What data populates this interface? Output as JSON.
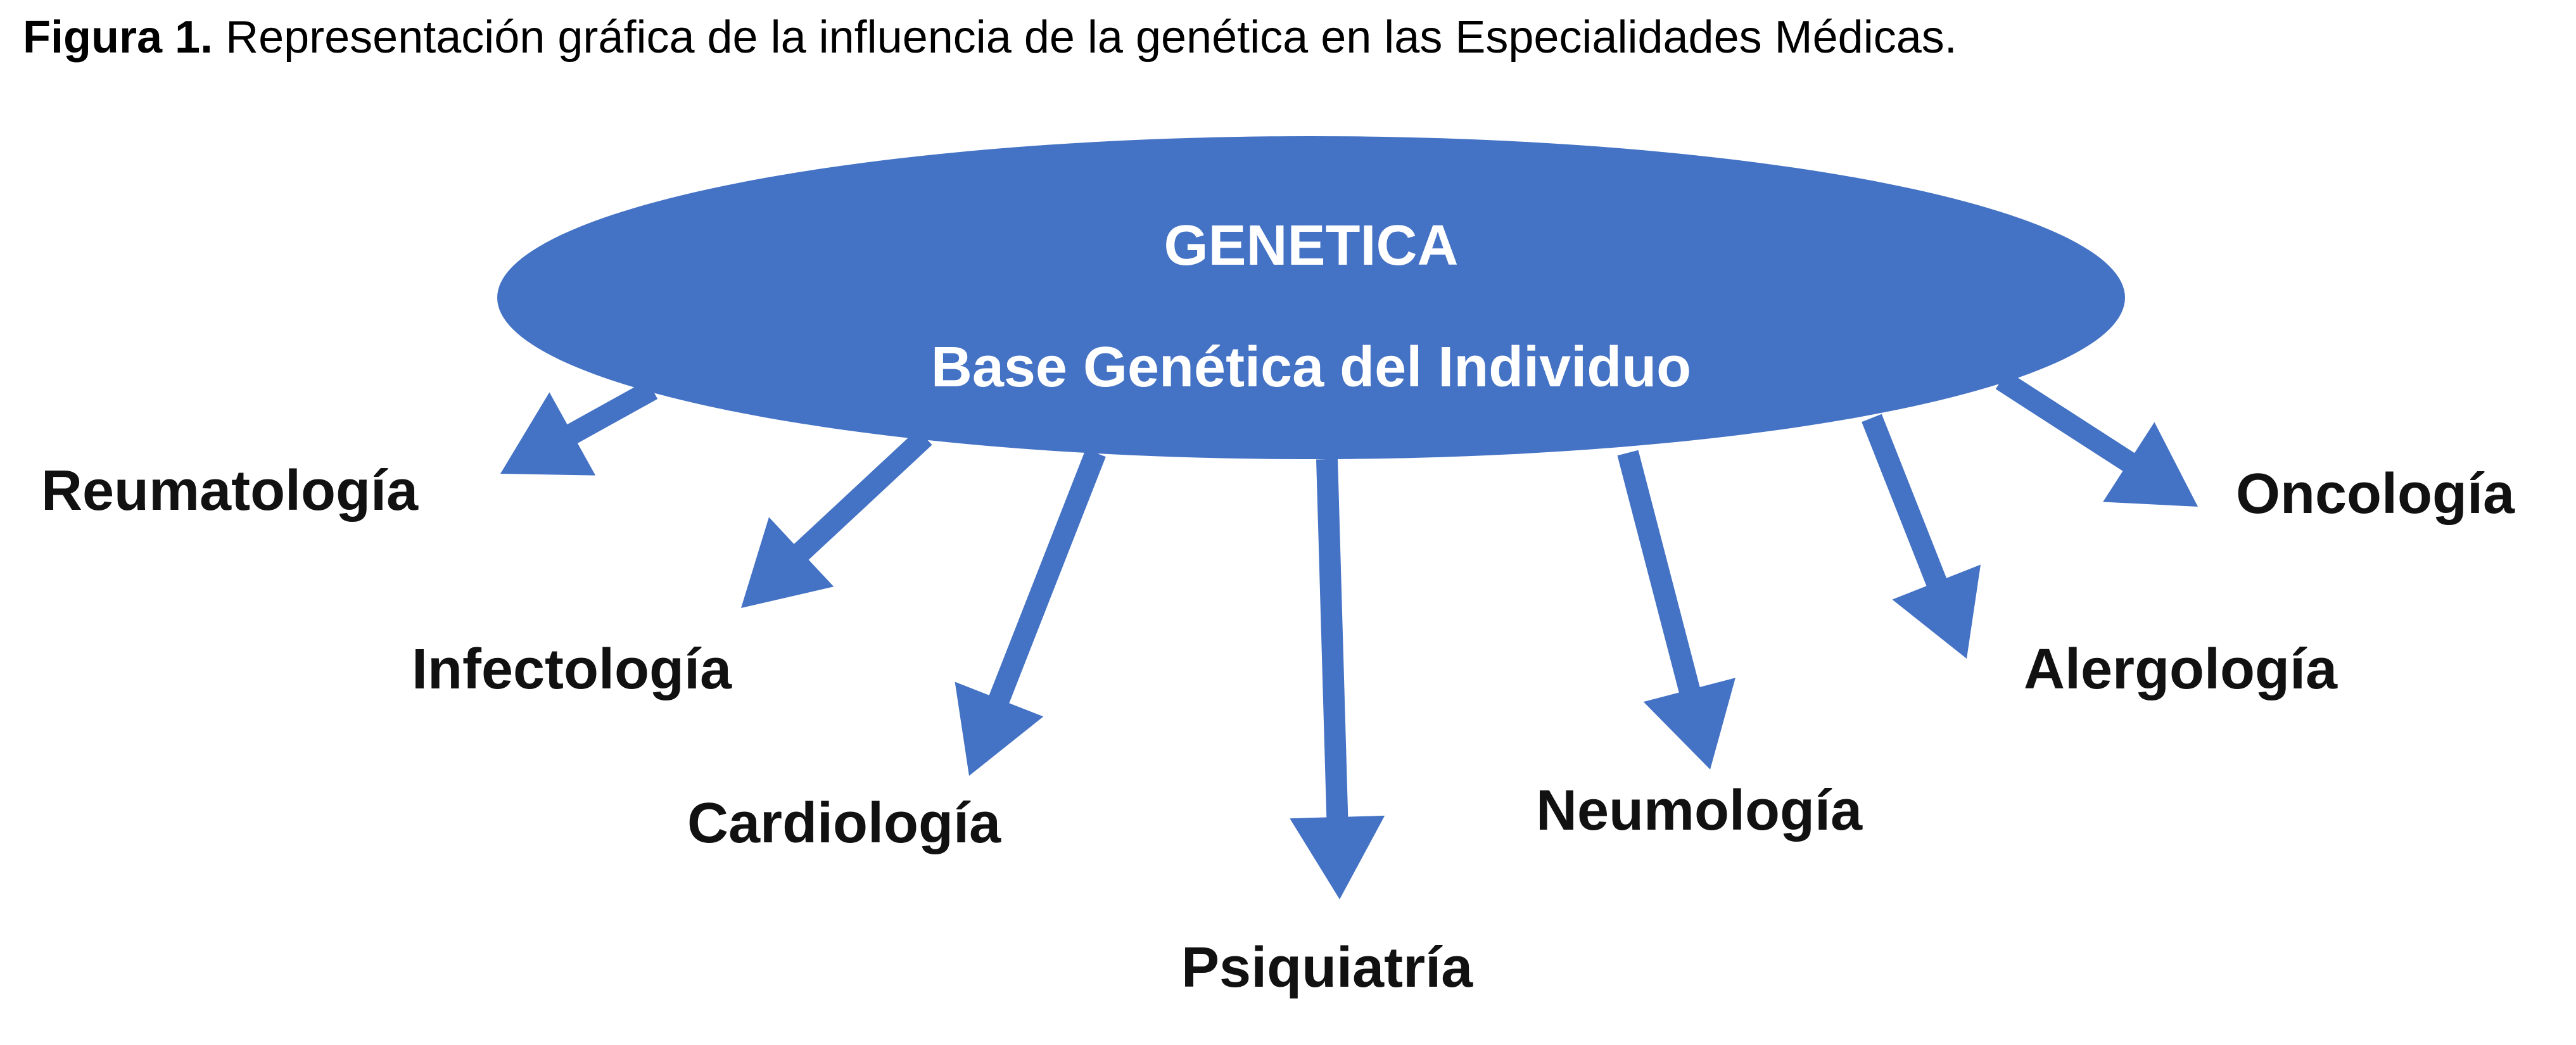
{
  "caption": {
    "label": "Figura 1.",
    "text": " Representación gráfica de la influencia de la genética en las Especialidades Médicas."
  },
  "center": {
    "title": "GENETICA",
    "subtitle": "Base Genética del Individuo",
    "color": "#4472C4"
  },
  "specialties": [
    {
      "id": "reumatologia",
      "label": "Reumatología"
    },
    {
      "id": "infectologia",
      "label": "Infectología"
    },
    {
      "id": "cardiologia",
      "label": "Cardiología"
    },
    {
      "id": "psiquiatria",
      "label": "Psiquiatría"
    },
    {
      "id": "neumologia",
      "label": "Neumología"
    },
    {
      "id": "alergologia",
      "label": "Alergología"
    },
    {
      "id": "oncologia",
      "label": "Oncología"
    }
  ],
  "arrow_color": "#4472C4"
}
